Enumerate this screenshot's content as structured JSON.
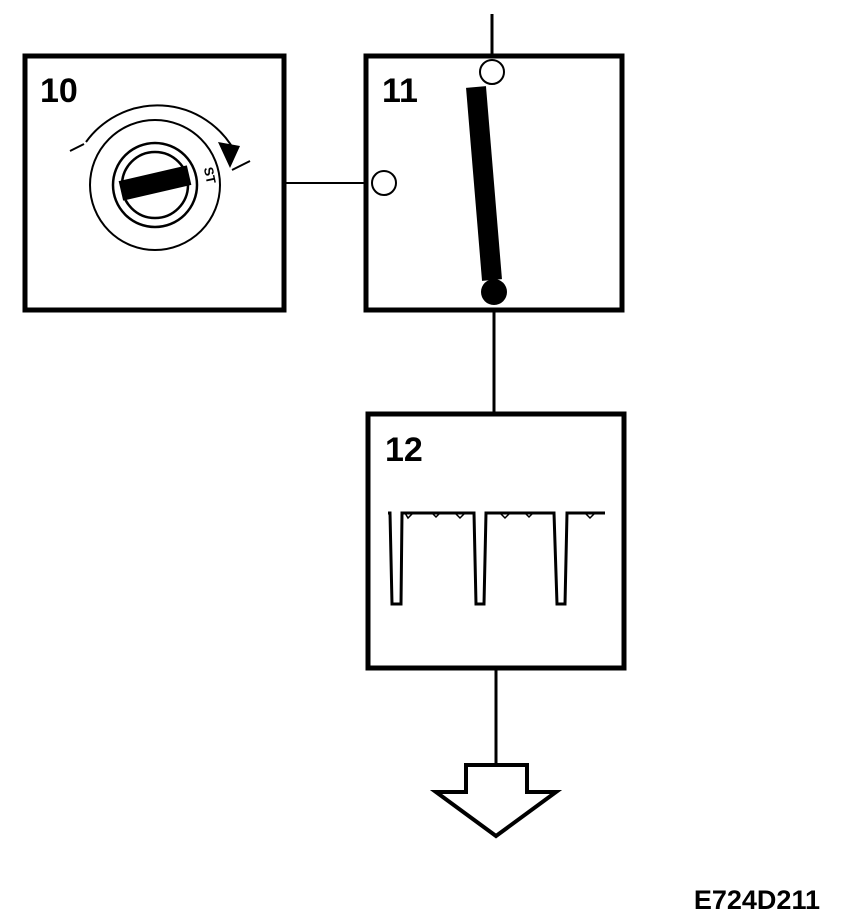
{
  "panels": {
    "ignition_switch": {
      "number": "10",
      "position_label": "ST"
    },
    "relay_switch": {
      "number": "11"
    },
    "signal_display": {
      "number": "12"
    }
  },
  "figure_code": "E724D211",
  "colors": {
    "line": "#000000",
    "background": "#ffffff"
  }
}
